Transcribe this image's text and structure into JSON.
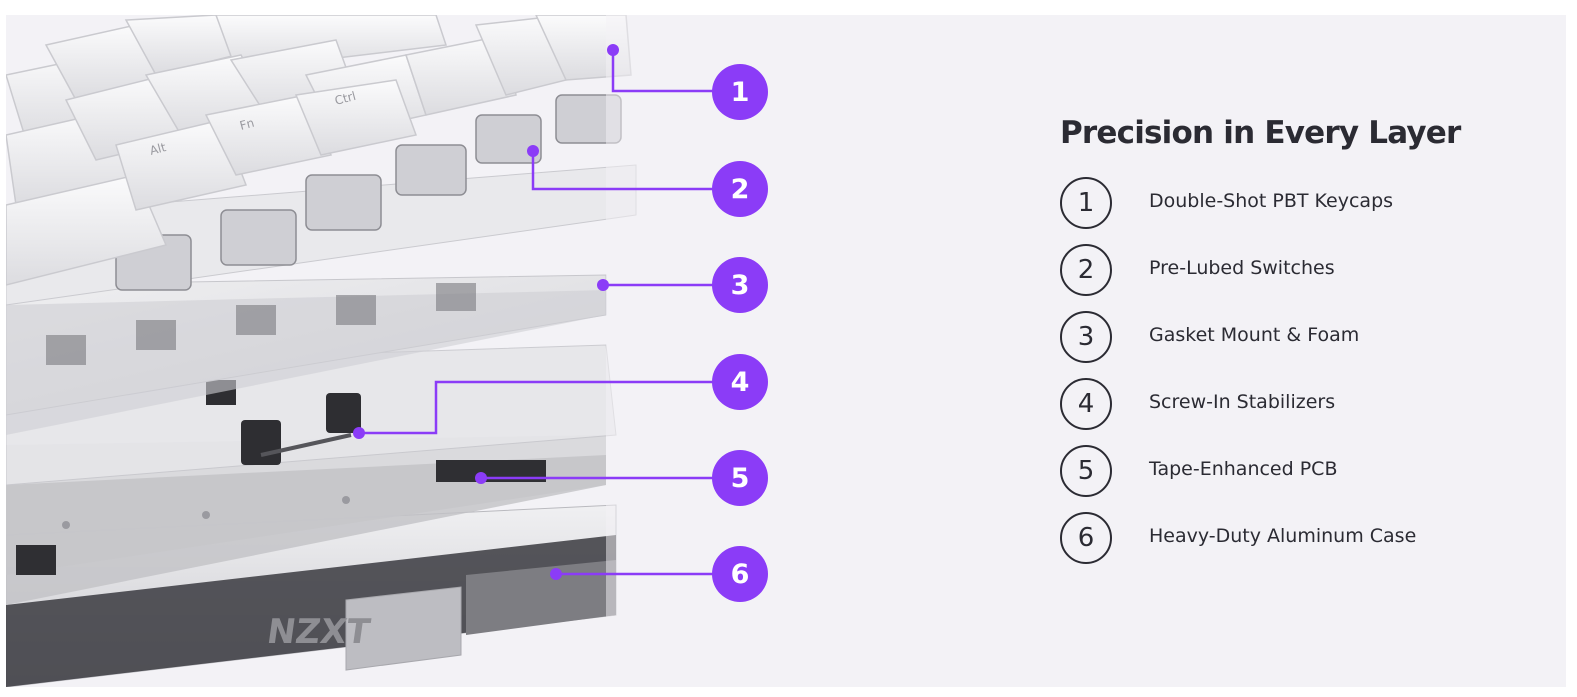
{
  "colors": {
    "accent": "#8b3cf7",
    "text": "#2b2b33",
    "panel_background": "#f3f2f6"
  },
  "illustration": {
    "subject": "exploded-keyboard-view",
    "logo_text": "NZXT",
    "keycap_legends": [
      "Alt",
      "Fn",
      "Ctrl"
    ]
  },
  "callouts": [
    "1",
    "2",
    "3",
    "4",
    "5",
    "6"
  ],
  "section": {
    "heading": "Precision in Every Layer",
    "features": [
      {
        "number": "1",
        "label": "Double-Shot PBT Keycaps"
      },
      {
        "number": "2",
        "label": "Pre-Lubed Switches"
      },
      {
        "number": "3",
        "label": "Gasket Mount & Foam"
      },
      {
        "number": "4",
        "label": "Screw-In Stabilizers"
      },
      {
        "number": "5",
        "label": "Tape-Enhanced PCB"
      },
      {
        "number": "6",
        "label": "Heavy-Duty Aluminum Case"
      }
    ]
  }
}
